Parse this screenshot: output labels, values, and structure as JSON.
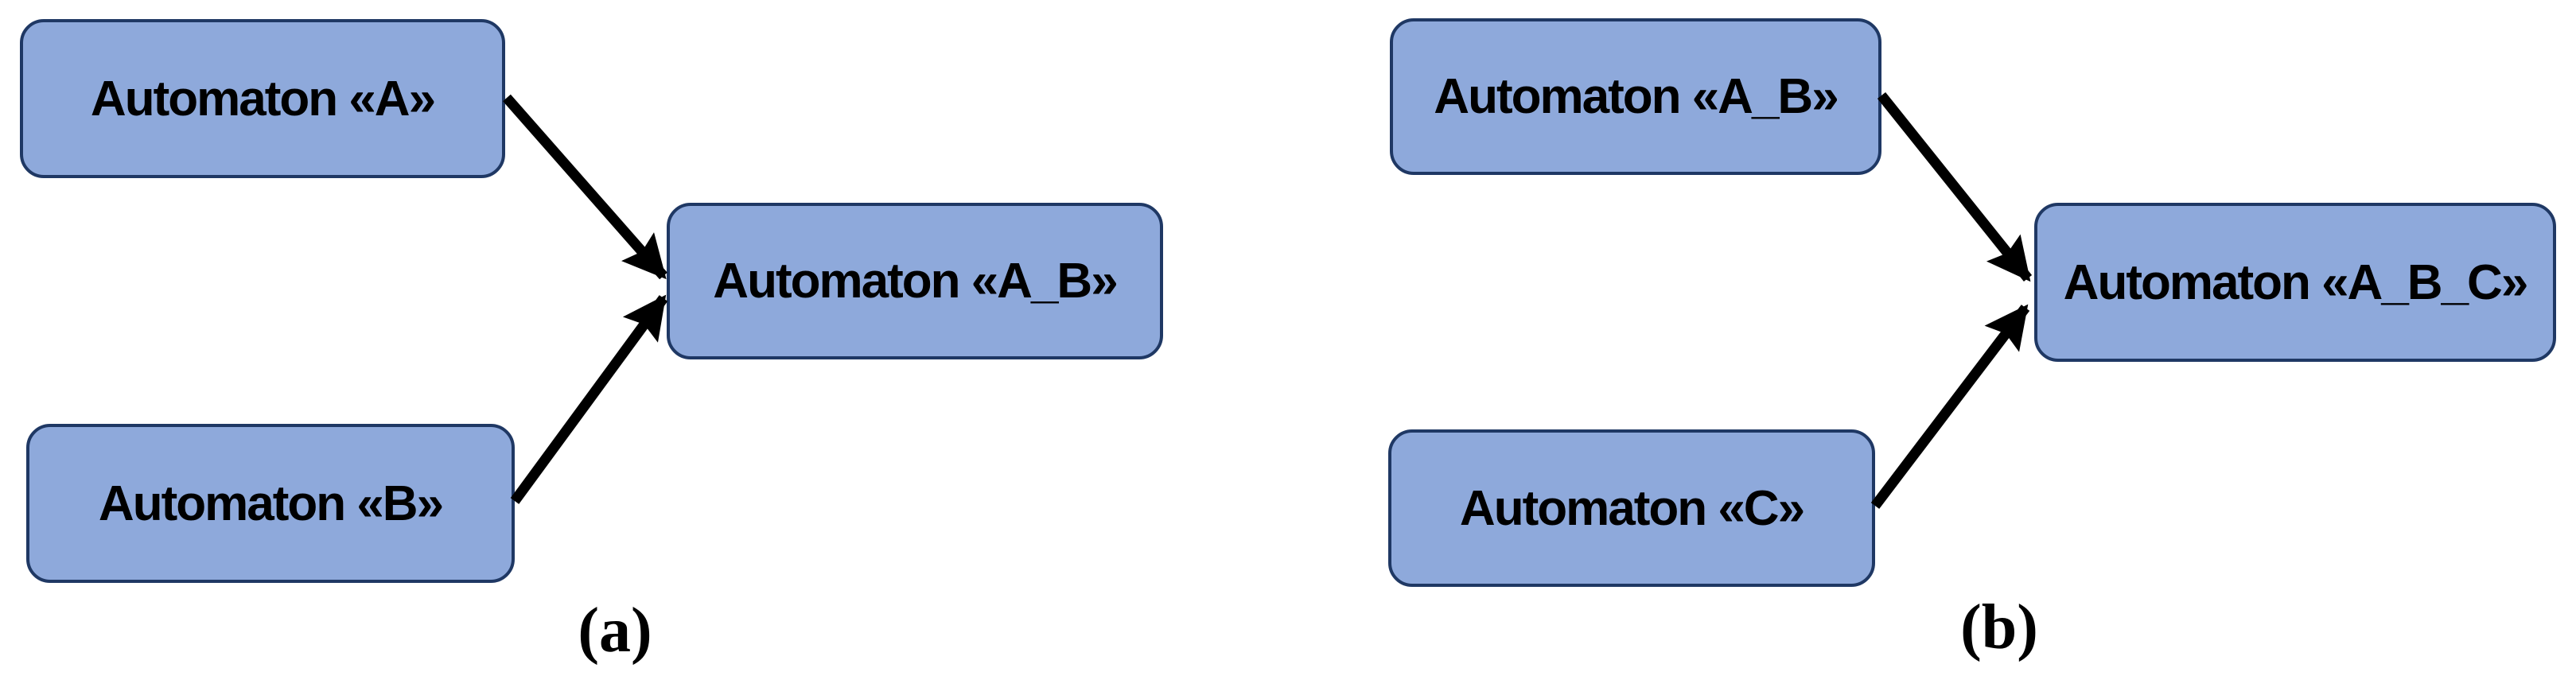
{
  "page": {
    "background": "#ffffff",
    "description_text": ""
  },
  "styles": {
    "node_fill": "#8EA9DB",
    "node_border": "#1F3864",
    "node_text_color": "#000000",
    "arrow_color": "#000000"
  },
  "figures": [
    {
      "caption": "(a)",
      "nodes": [
        {
          "id": "A",
          "label": "Automaton «A»"
        },
        {
          "id": "B",
          "label": "Automaton «B»"
        },
        {
          "id": "A_B",
          "label": "Automaton «A_B»"
        }
      ],
      "edges": [
        {
          "from": "A",
          "to": "A_B"
        },
        {
          "from": "B",
          "to": "A_B"
        }
      ]
    },
    {
      "caption": "(b)",
      "nodes": [
        {
          "id": "A_B",
          "label": "Automaton «A_B»"
        },
        {
          "id": "C",
          "label": "Automaton «C»"
        },
        {
          "id": "A_B_C",
          "label": "Automaton «A_B_C»"
        }
      ],
      "edges": [
        {
          "from": "A_B",
          "to": "A_B_C"
        },
        {
          "from": "C",
          "to": "A_B_C"
        }
      ]
    }
  ]
}
